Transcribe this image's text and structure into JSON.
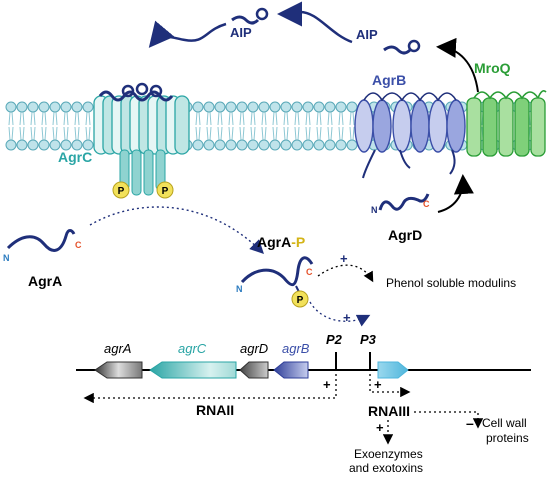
{
  "labels": {
    "aip_left": "AIP",
    "aip_right": "AIP",
    "agrc": "AgrC",
    "agrb": "AgrB",
    "mroq": "MroQ",
    "agra": "AgrA",
    "agra_p_prefix": "AgrA",
    "agra_p_suffix": "-P",
    "agrd": "AgrD",
    "n_terminus": "N",
    "c_terminus": "C",
    "phospho": "P",
    "plus": "+",
    "minus": "–",
    "psm": "Phenol soluble modulins",
    "p2": "P2",
    "p3": "P3",
    "gene_agra": "agrA",
    "gene_agrc": "agrC",
    "gene_agrd": "agrD",
    "gene_agrb": "agrB",
    "rnaii": "RNAII",
    "rnaiii": "RNAIII",
    "cell_wall_line1": "Cell wall",
    "cell_wall_line2": "proteins",
    "exo_line1": "Exoenzymes",
    "exo_line2": "and exotoxins"
  },
  "colors": {
    "navy": "#1f2f7a",
    "teal": "#2aa5a5",
    "teal_light": "#bfe6e4",
    "agrb_blue": "#3b4fa8",
    "agrb_light": "#c6cdee",
    "mroq_green": "#2a9d36",
    "mroq_light": "#a9e0a0",
    "membrane_head": "#bfe3ea",
    "phospho_yellow": "#f2e15a",
    "c_red": "#e5522b",
    "psm_arrow": "#6ec6e0"
  }
}
